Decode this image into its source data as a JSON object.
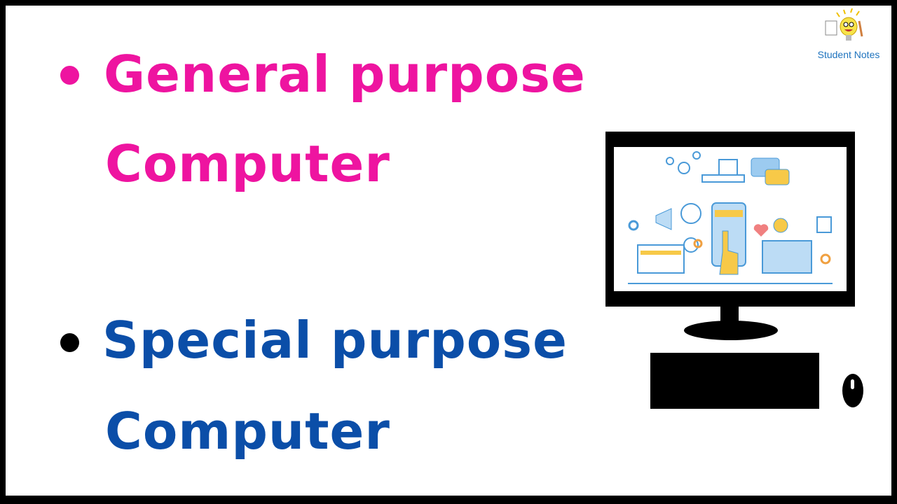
{
  "slide": {
    "items": [
      {
        "line1": "General purpose",
        "line2": "Computer",
        "color": "#ee14a0",
        "bullet_color": "#ee14a0"
      },
      {
        "line1": "Special purpose",
        "line2": "Computer",
        "color": "#0b4ea8",
        "bullet_color": "#000000"
      }
    ]
  },
  "logo": {
    "text": "Student Notes",
    "icon": "lightbulb-mascot-icon"
  },
  "illustration": {
    "icon": "desktop-computer-icon",
    "screen_content": "digital-marketing-icons"
  }
}
